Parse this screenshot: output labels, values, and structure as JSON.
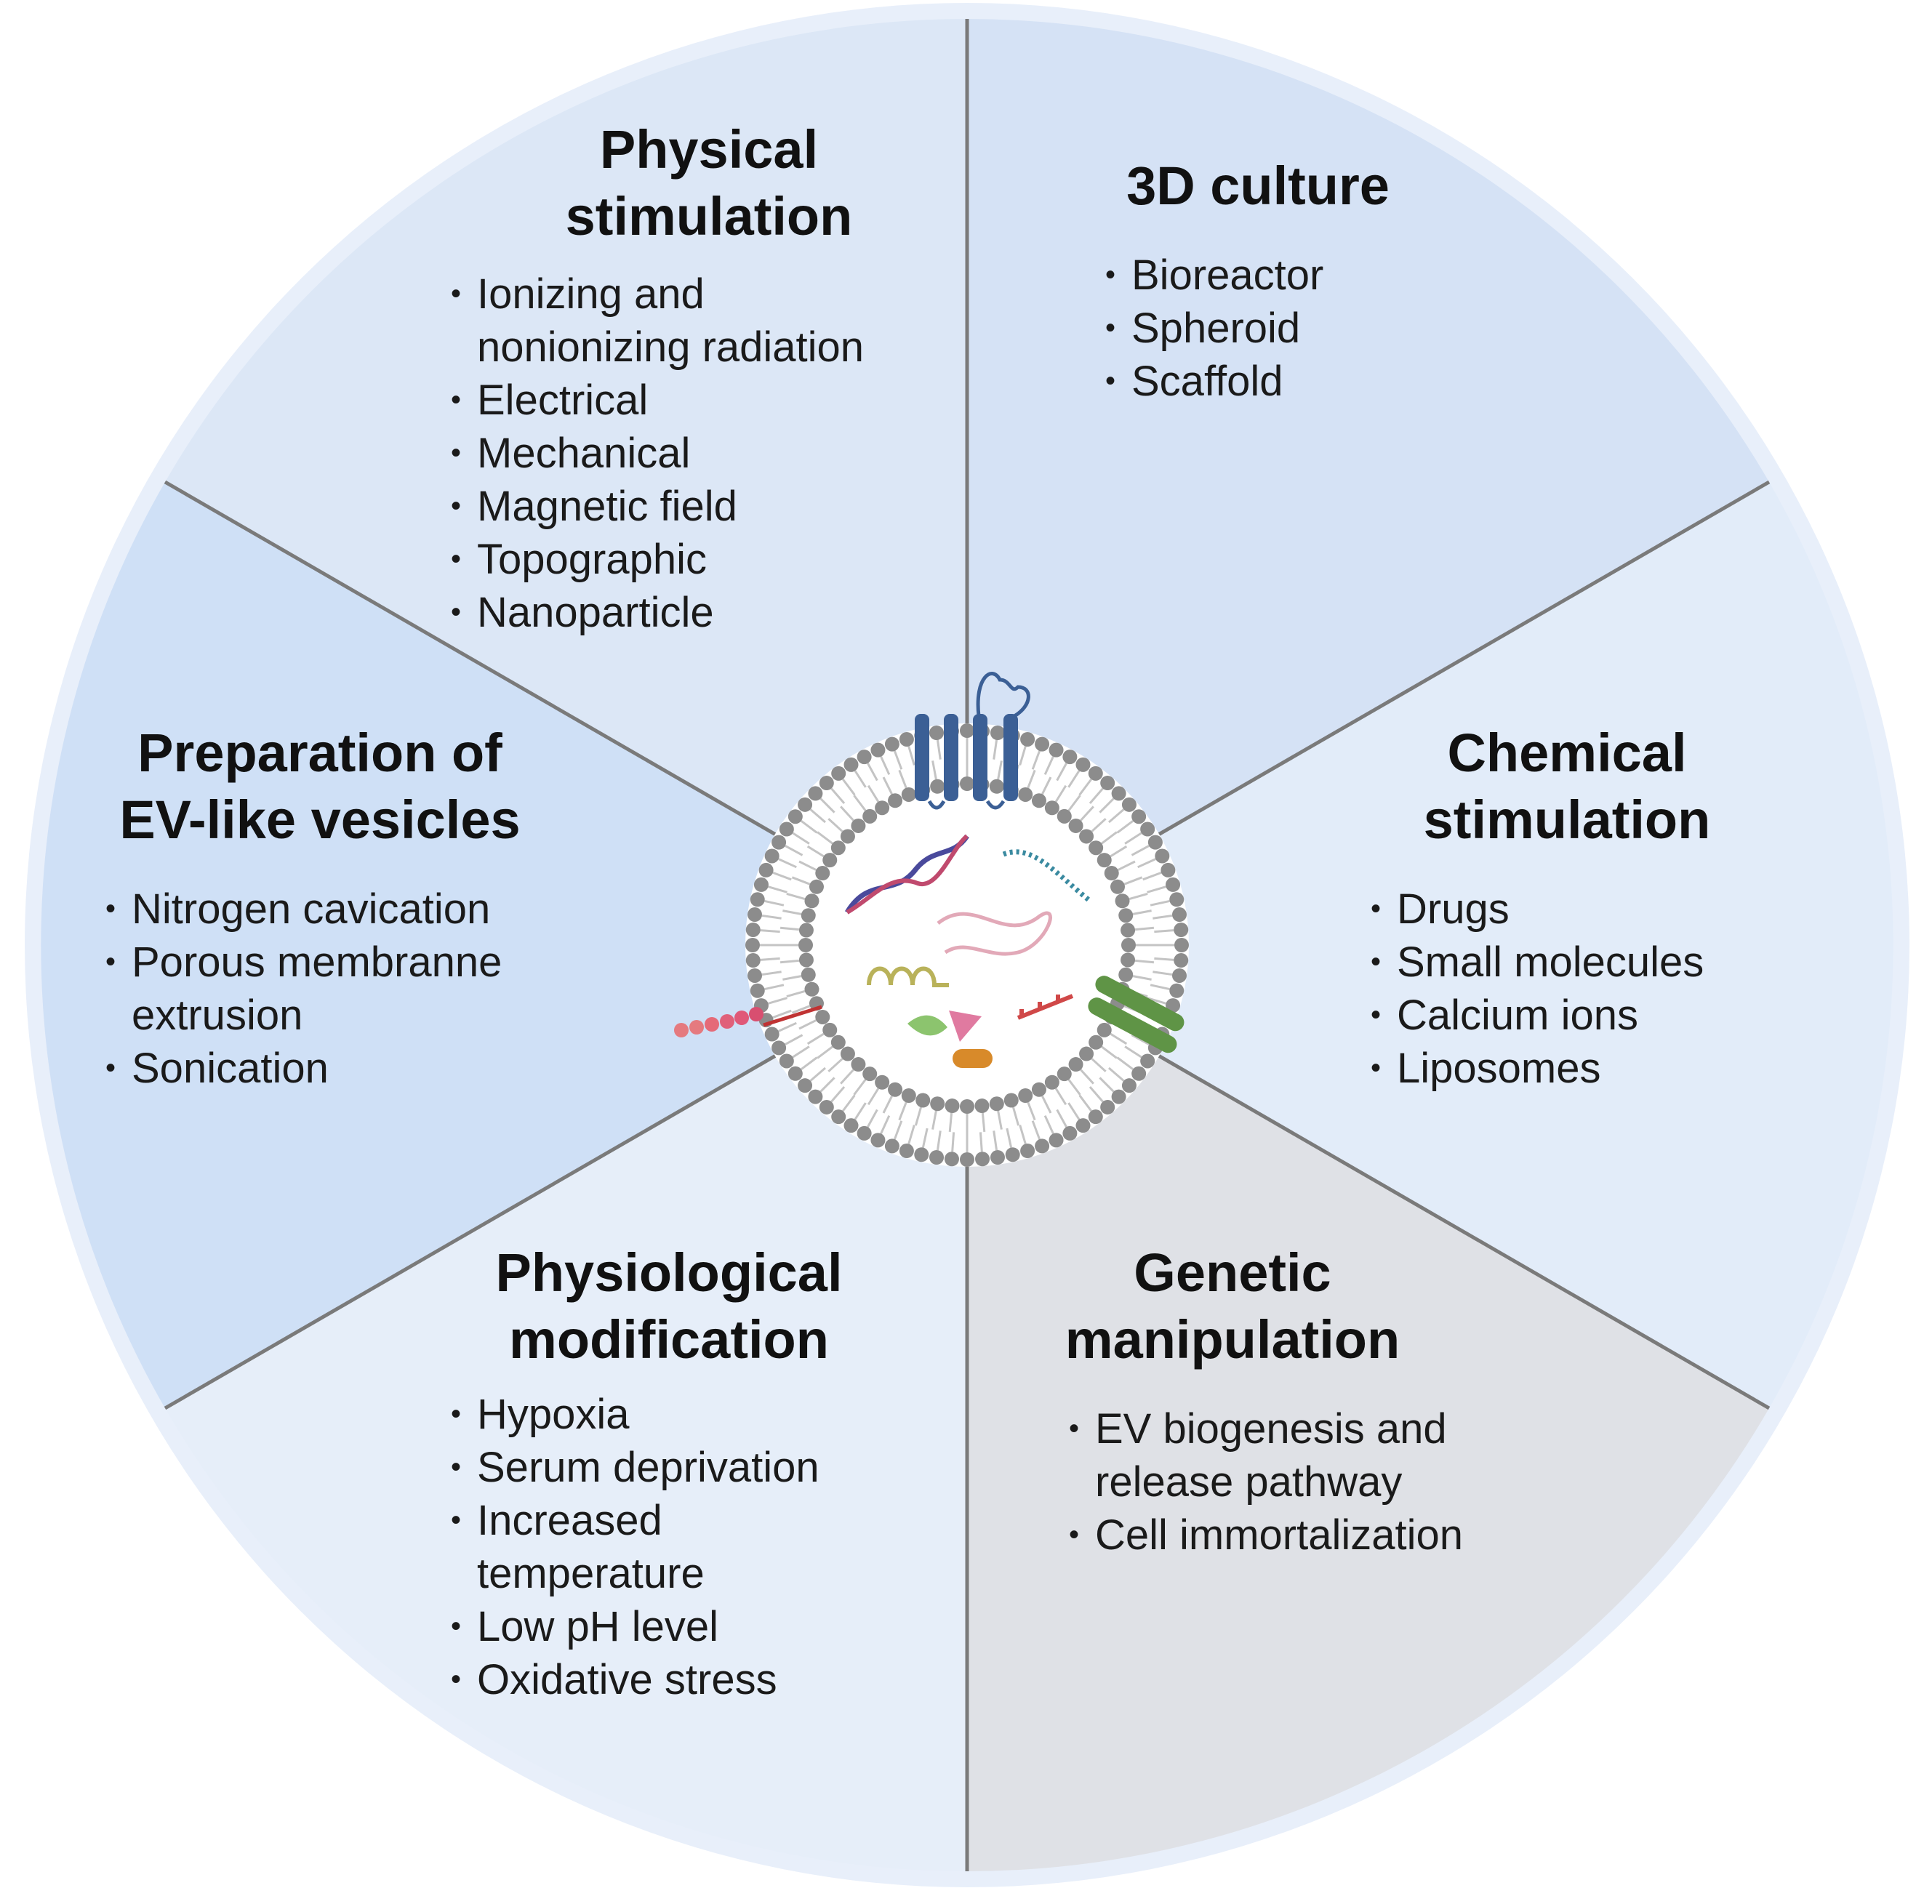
{
  "colors": {
    "outer_border": "#e6eef9",
    "divider": "#7a7a7a",
    "membrane_head": "#8c8c8c",
    "membrane_tail": "#c4c4c4",
    "receptor": "#3b5f95",
    "ligand_green": "#5f9446",
    "ligand_pink": "#e5727c"
  },
  "segments": [
    {
      "key": "physical",
      "fill": "#dce7f6",
      "title": [
        "Physical",
        "stimulation"
      ],
      "items": [
        "Ionizing and nonionizing radiation",
        "Electrical",
        "Mechanical",
        "Magnetic field",
        "Topographic",
        "Nanoparticle"
      ]
    },
    {
      "key": "3d-culture",
      "fill": "#d5e2f5",
      "title": [
        "3D culture"
      ],
      "items": [
        "Bioreactor",
        "Spheroid",
        "Scaffold"
      ]
    },
    {
      "key": "chemical",
      "fill": "#e2ecf9",
      "title": [
        "Chemical",
        "stimulation"
      ],
      "items": [
        "Drugs",
        "Small molecules",
        "Calcium ions",
        "Liposomes"
      ]
    },
    {
      "key": "genetic",
      "fill": "#dfe1e6",
      "title": [
        "Genetic",
        "manipulation"
      ],
      "items": [
        "EV biogenesis and release pathway",
        "Cell immortalization"
      ]
    },
    {
      "key": "physiological",
      "fill": "#e6eef9",
      "title": [
        "Physiological",
        "modification"
      ],
      "items": [
        "Hypoxia",
        "Serum deprivation",
        "Increased temperature",
        "Low pH level",
        "Oxidative stress"
      ]
    },
    {
      "key": "ev-like",
      "fill": "#cfe0f6",
      "title": [
        "Preparation of",
        "EV-like vesicles"
      ],
      "items": [
        "Nitrogen cavication",
        "Porous membranne extrusion",
        "Sonication"
      ]
    }
  ]
}
